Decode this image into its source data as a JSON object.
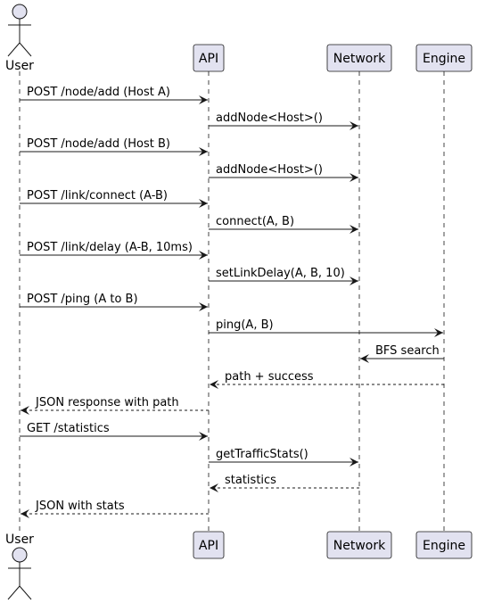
{
  "participants": [
    {
      "id": "user",
      "label": "User",
      "kind": "actor"
    },
    {
      "id": "api",
      "label": "API",
      "kind": "box"
    },
    {
      "id": "network",
      "label": "Network",
      "kind": "box"
    },
    {
      "id": "engine",
      "label": "Engine",
      "kind": "box"
    }
  ],
  "messages": [
    {
      "from": "user",
      "to": "api",
      "label": "POST /node/add (Host A)",
      "style": "solid"
    },
    {
      "from": "api",
      "to": "network",
      "label": "addNode<Host>()",
      "style": "solid"
    },
    {
      "from": "user",
      "to": "api",
      "label": "POST /node/add (Host B)",
      "style": "solid"
    },
    {
      "from": "api",
      "to": "network",
      "label": "addNode<Host>()",
      "style": "solid"
    },
    {
      "from": "user",
      "to": "api",
      "label": "POST /link/connect (A-B)",
      "style": "solid"
    },
    {
      "from": "api",
      "to": "network",
      "label": "connect(A, B)",
      "style": "solid"
    },
    {
      "from": "user",
      "to": "api",
      "label": "POST /link/delay (A-B, 10ms)",
      "style": "solid"
    },
    {
      "from": "api",
      "to": "network",
      "label": "setLinkDelay(A, B, 10)",
      "style": "solid"
    },
    {
      "from": "user",
      "to": "api",
      "label": "POST /ping (A to B)",
      "style": "solid"
    },
    {
      "from": "api",
      "to": "engine",
      "label": "ping(A, B)",
      "style": "solid"
    },
    {
      "from": "engine",
      "to": "network",
      "label": "BFS search",
      "style": "solid"
    },
    {
      "from": "engine",
      "to": "api",
      "label": "path + success",
      "style": "dashed"
    },
    {
      "from": "api",
      "to": "user",
      "label": "JSON response with path",
      "style": "dashed"
    },
    {
      "from": "user",
      "to": "api",
      "label": "GET /statistics",
      "style": "solid"
    },
    {
      "from": "api",
      "to": "network",
      "label": "getTrafficStats()",
      "style": "solid"
    },
    {
      "from": "network",
      "to": "api",
      "label": "statistics",
      "style": "dashed"
    },
    {
      "from": "api",
      "to": "user",
      "label": "JSON with stats",
      "style": "dashed"
    }
  ],
  "colors": {
    "participant_fill": "#E2E2F0",
    "participant_border": "#181818",
    "lifeline": "#181818",
    "arrow": "#181818"
  }
}
